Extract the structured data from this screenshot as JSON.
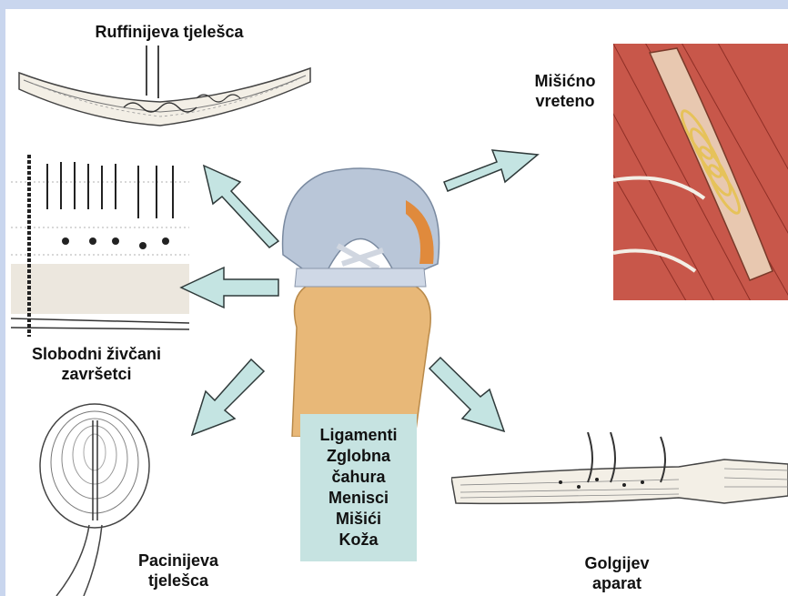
{
  "labels": {
    "ruffini": "Ruffinijeva tjelešca",
    "spindle_line1": "Mišićno",
    "spindle_line2": "vreteno",
    "free_endings_line1": "Slobodni živčani",
    "free_endings_line2": "završetci",
    "pacini_line1": "Pacinijeva",
    "pacini_line2": "tjelešca",
    "golgi_line1": "Golgijev",
    "golgi_line2": "aparat"
  },
  "center_box": {
    "items": [
      "Ligamenti",
      "Zglobna",
      "čahura",
      "Menisci",
      "Mišići",
      "Koža"
    ]
  },
  "colors": {
    "arrow_fill": "#c4e4e2",
    "arrow_stroke": "#2f3a3a",
    "center_box": "#c6e3e1",
    "frame": "#c9d6ee",
    "bone": "#e8b878",
    "cartilage": "#b9c6d8",
    "muscle": "#c8574a"
  },
  "icons": [
    "knee-joint-illustration",
    "ruffini-corpuscle-drawing",
    "muscle-spindle-illustration",
    "free-nerve-endings-drawing",
    "pacinian-corpuscle-drawing",
    "golgi-tendon-organ-drawing"
  ]
}
